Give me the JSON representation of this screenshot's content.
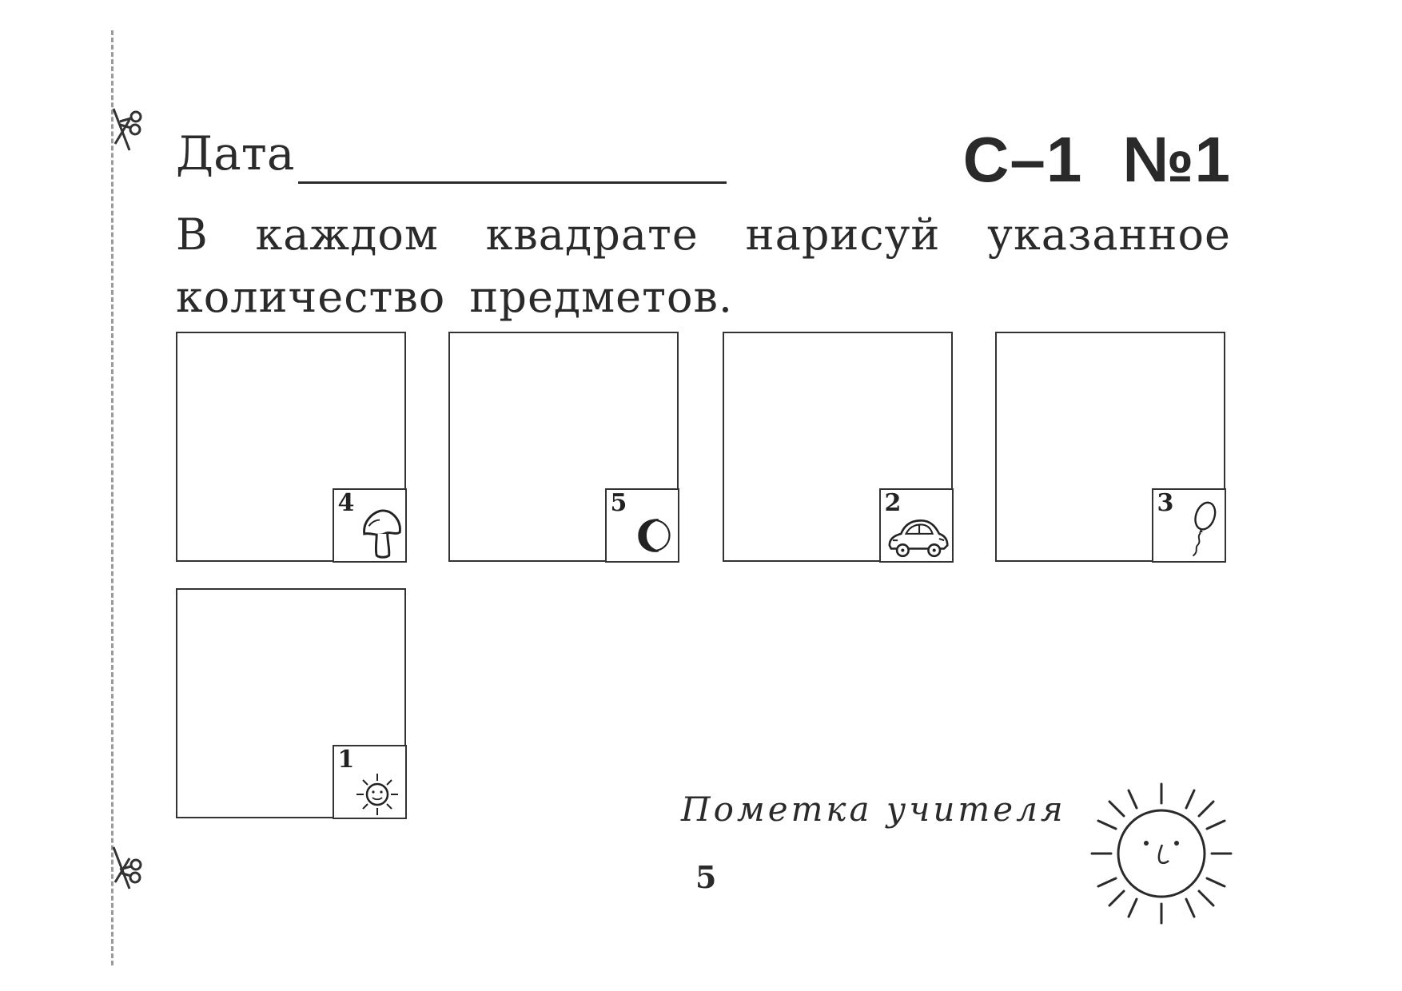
{
  "header": {
    "date_label": "Дата",
    "code": "С–1",
    "number": "№1"
  },
  "instruction": "В каждом квадрате нарисуй указанное количество предметов.",
  "squares": [
    {
      "count": "4",
      "icon": "mushroom-icon"
    },
    {
      "count": "5",
      "icon": "crescent-moon-icon"
    },
    {
      "count": "2",
      "icon": "car-icon"
    },
    {
      "count": "3",
      "icon": "balloon-icon"
    },
    {
      "count": "1",
      "icon": "sun-icon"
    }
  ],
  "footer": {
    "teacher_note": "Пометка учителя",
    "page_number": "5",
    "mark_icon": "sun-face-icon"
  }
}
